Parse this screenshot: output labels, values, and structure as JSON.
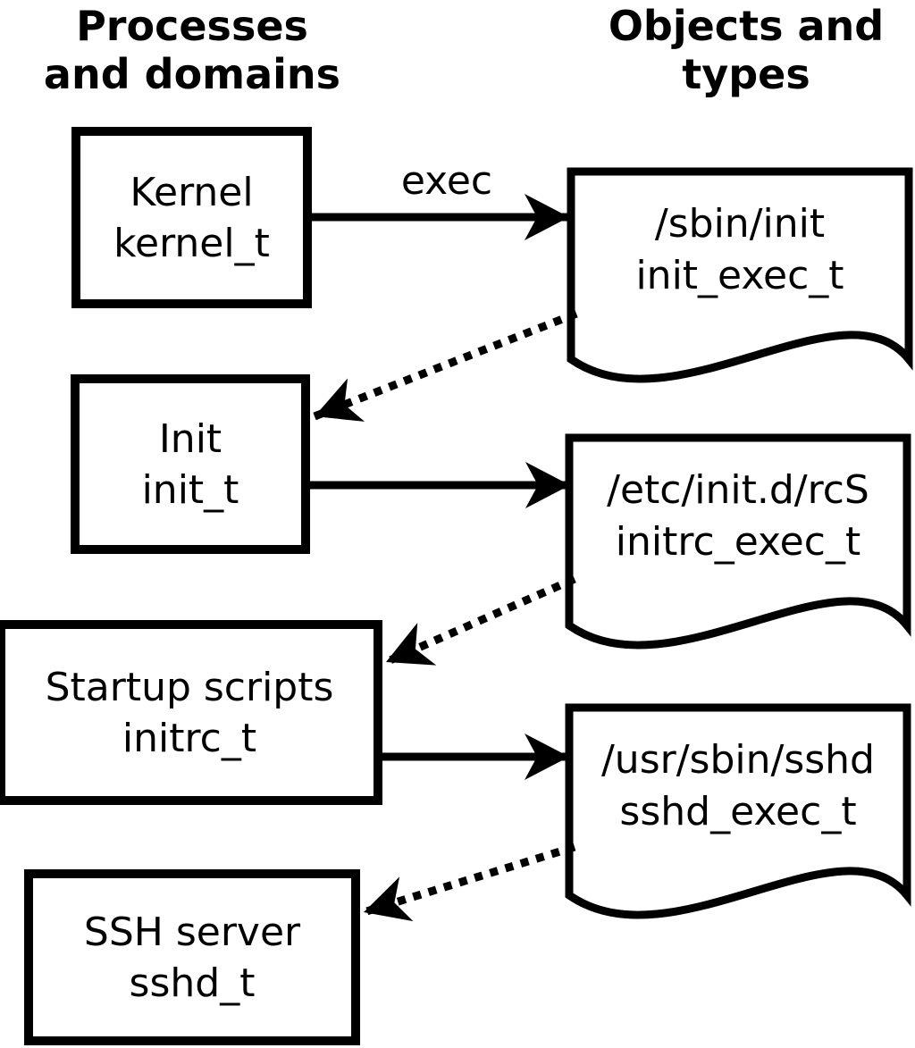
{
  "diagram": {
    "columns": {
      "left_header": {
        "line1": "Processes",
        "line2": "and domains"
      },
      "right_header": {
        "line1": "Objects and",
        "line2": "types"
      }
    },
    "edge_label": "exec",
    "process_boxes": [
      {
        "name": "Kernel",
        "type": "kernel_t"
      },
      {
        "name": "Init",
        "type": "init_t"
      },
      {
        "name": "Startup scripts",
        "type": "initrc_t"
      },
      {
        "name": "SSH server",
        "type": "sshd_t"
      }
    ],
    "object_docs": [
      {
        "path": "/sbin/init",
        "type": "init_exec_t"
      },
      {
        "path": "/etc/init.d/rcS",
        "type": "initrc_exec_t"
      },
      {
        "path": "/usr/sbin/sshd",
        "type": "sshd_exec_t"
      }
    ],
    "colors": {
      "foreground": "#000000",
      "background": "#ffffff"
    }
  }
}
